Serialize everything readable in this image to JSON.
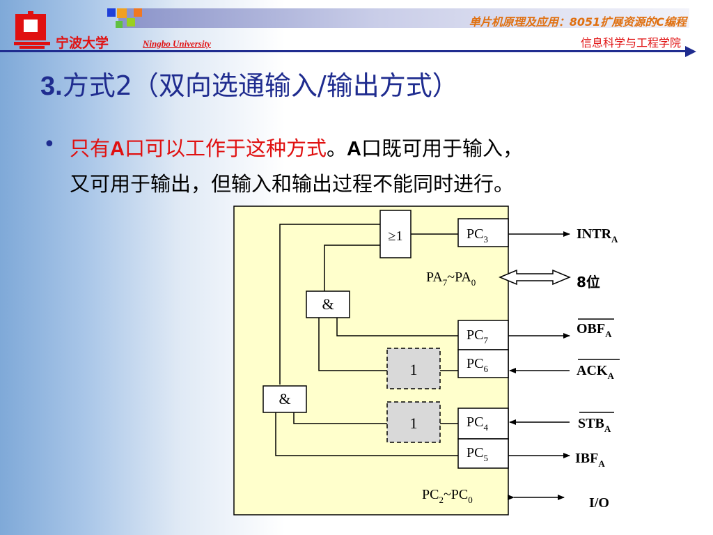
{
  "header": {
    "university_cn": "宁波大学",
    "university_en": "Ningbo University",
    "course_title": "单片机原理及应用：8051扩展资源的C编程",
    "college": "信息科学与工程学院"
  },
  "slide": {
    "title_num": "3.",
    "title_main": "方式2",
    "title_sub": "（双向选通输入/输出方式）",
    "bullet_red_1": "只有",
    "bullet_red_A": "A",
    "bullet_red_2": "口可以工作于这种方式",
    "bullet_period": "。",
    "bullet_A": "A",
    "bullet_rest_1": "口既可用于输入，",
    "bullet_rest_2": "又可用于输出，但输入和输出过程不能同时进行。"
  },
  "diagram": {
    "gate_or": "≥1",
    "gate_and_1": "&",
    "gate_and_2": "&",
    "inv_1": "1",
    "inv_2": "1",
    "pins": {
      "pc3": {
        "base": "PC",
        "sub": "3"
      },
      "pa": {
        "base1": "PA",
        "sub1": "7",
        "sep": "~",
        "base2": "PA",
        "sub2": "0"
      },
      "pc7": {
        "base": "PC",
        "sub": "7"
      },
      "pc6": {
        "base": "PC",
        "sub": "6"
      },
      "pc4": {
        "base": "PC",
        "sub": "4"
      },
      "pc5": {
        "base": "PC",
        "sub": "5"
      },
      "pc2_0": {
        "base1": "PC",
        "sub1": "2",
        "sep": "~",
        "base2": "PC",
        "sub2": "0"
      }
    },
    "signals": {
      "intr": {
        "base": "INTR",
        "sub": "A"
      },
      "bus": "8位",
      "obf": {
        "base": "OBF",
        "sub": "A"
      },
      "ack": {
        "base": "ACK",
        "sub": "A"
      },
      "stb": {
        "base": "STB",
        "sub": "A"
      },
      "ibf": {
        "base": "IBF",
        "sub": "A"
      },
      "io": "I/O"
    }
  },
  "colors": {
    "title_blue": "#1f2c8f",
    "red": "#e01010",
    "header_orange": "#e07010",
    "panel_fill": "#ffffcc",
    "inverter_fill": "#d9d9d9"
  }
}
